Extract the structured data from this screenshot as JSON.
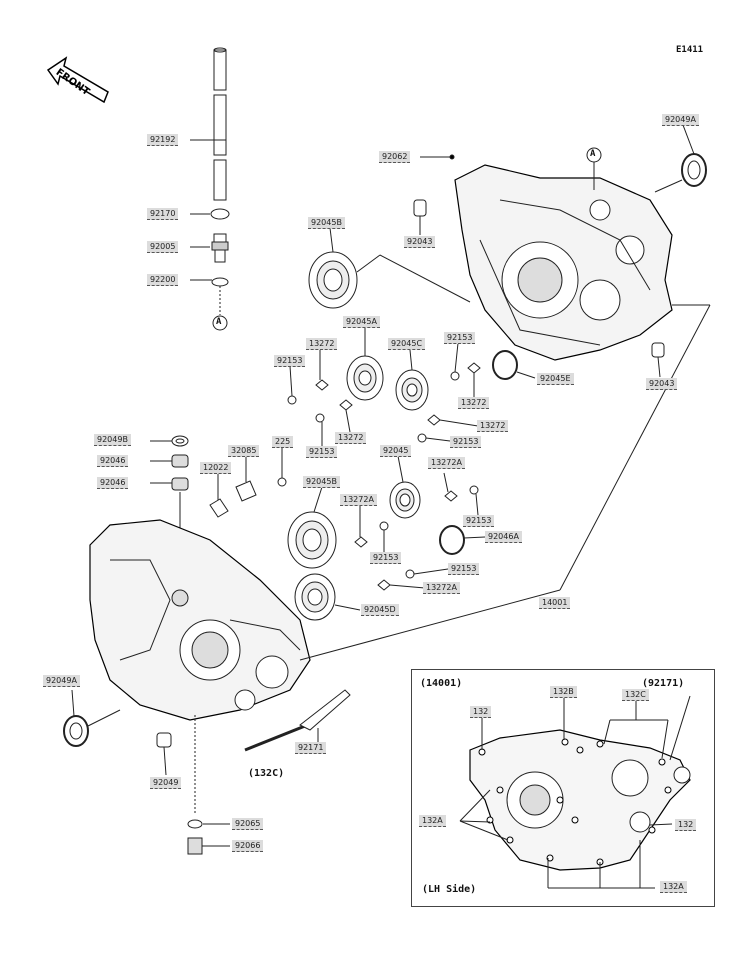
{
  "diagram": {
    "code": "E1411",
    "front_label": "FRONT",
    "part_labels": {
      "p92192": "92192",
      "p92170": "92170",
      "p92005": "92005",
      "p92200": "92200",
      "ref_a_top": "A",
      "ref_a_left": "A",
      "p92062": "92062",
      "p92049A_top": "92049A",
      "p92045B_top": "92045B",
      "p92043_top": "92043",
      "p92045A": "92045A",
      "p13272_a": "13272",
      "p92153_a": "92153",
      "p92045C": "92045C",
      "p92153_b": "92153",
      "p92045E": "92045E",
      "p92043_right": "92043",
      "p13272_b": "13272",
      "p13272_c": "13272",
      "p92153_c": "92153",
      "p13272_d": "13272",
      "p92153_d": "92153",
      "p92049B": "92049B",
      "p32085": "32085",
      "p225": "225",
      "p92046_a": "92046",
      "p12022": "12022",
      "p92045": "92045",
      "p13272A_a": "13272A",
      "p92046_b": "92046",
      "p92045B_mid": "92045B",
      "p13272A_b": "13272A",
      "p92153_e": "92153",
      "p92046A": "92046A",
      "p92153_f": "92153",
      "p92153_g": "92153",
      "p13272A_c": "13272A",
      "p92045D": "92045D",
      "p14001": "14001",
      "p92049A_left": "92049A",
      "p92171": "92171",
      "p132C": "(132C)",
      "p92049": "92049",
      "p92065": "92065",
      "p92066": "92066"
    },
    "inset": {
      "title": "(14001)",
      "subtitle": "(92171)",
      "side_label": "(LH Side)",
      "l132_top": "132",
      "l132B": "132B",
      "l132C": "132C",
      "l132A_left": "132A",
      "l132_right": "132",
      "l132A_bottom": "132A"
    }
  }
}
